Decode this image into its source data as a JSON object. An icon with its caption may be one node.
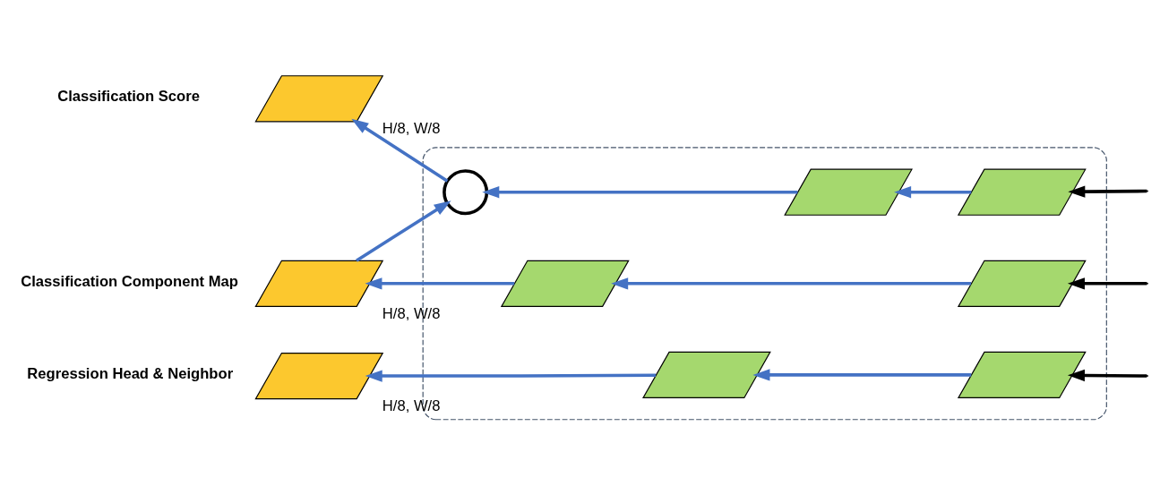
{
  "diagram": {
    "nodes": [
      {
        "text": [],
        "shape": "box"
      },
      {
        "text": [],
        "shape": "box",
        "beside": [
          "Regression Head & Neighbor",
          "H/8, W/8"
        ]
      },
      {
        "text": [],
        "shape": "box",
        "in": 0
      },
      {
        "text": [],
        "shape": "box",
        "in": 0
      },
      {
        "text": [],
        "shape": "box",
        "beside": [
          "Classification Score",
          "H/8, W/8"
        ]
      },
      {
        "text": [],
        "shape": "circle",
        "in": 0
      },
      {
        "text": [],
        "shape": "box",
        "in": 0
      },
      {
        "text": [],
        "shape": "box",
        "in": 0
      },
      {
        "text": [],
        "shape": "box",
        "beside": [
          "Classification Component Map",
          "H/8, W/8"
        ]
      },
      {
        "text": [],
        "shape": "box",
        "in": 0
      },
      {
        "text": [],
        "shape": "box",
        "in": 0
      }
    ],
    "edges": [
      {
        "from": null,
        "to": 3,
        "arrow": "to",
        "color": "#000000"
      },
      {
        "from": null,
        "to": 7,
        "arrow": "to",
        "color": "#000000"
      },
      {
        "from": null,
        "to": 10,
        "arrow": "to",
        "color": "#000000"
      },
      {
        "from": 3,
        "to": 2,
        "arrow": "to"
      },
      {
        "from": 2,
        "to": 1,
        "arrow": "to"
      },
      {
        "from": 7,
        "to": 6,
        "arrow": "to"
      },
      {
        "from": 6,
        "to": 5,
        "arrow": "to"
      },
      {
        "from": 5,
        "to": 4,
        "arrow": "to"
      },
      {
        "from": 10,
        "to": 9,
        "arrow": "to"
      },
      {
        "from": 9,
        "to": 8,
        "arrow": "to"
      },
      {
        "from": 8,
        "to": 5,
        "arrow": "to"
      }
    ]
  }
}
